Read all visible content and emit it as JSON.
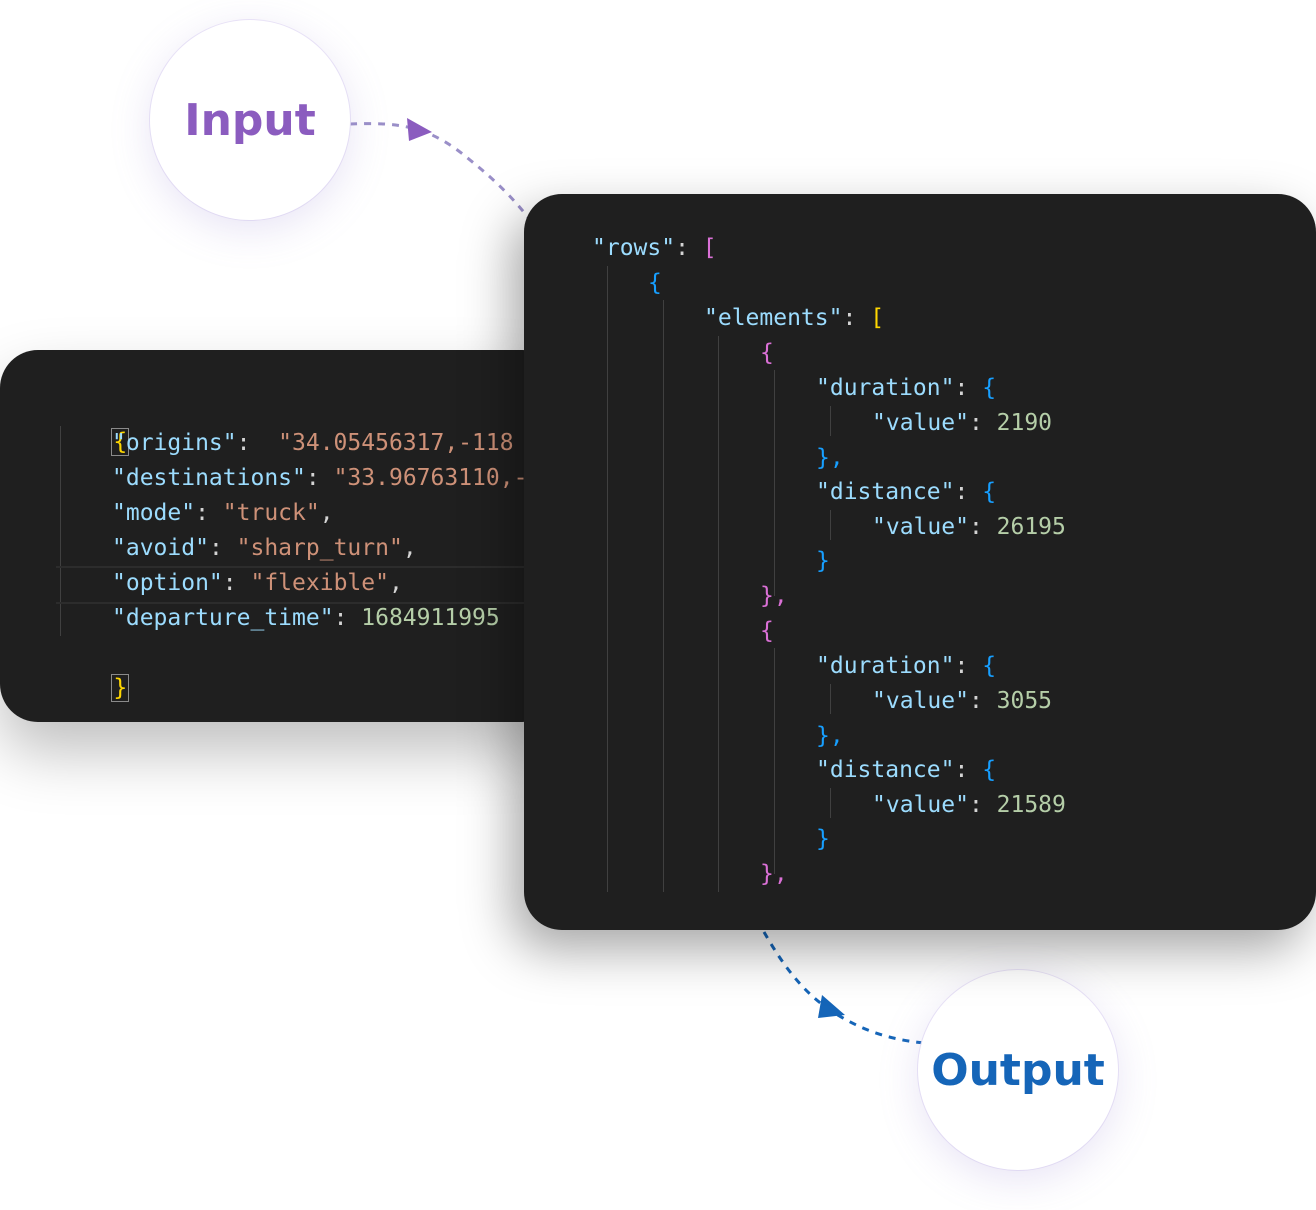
{
  "labels": {
    "input": "Input",
    "output": "Output"
  },
  "colors": {
    "input": "#8b5cbf",
    "output": "#1565b8",
    "panel_bg": "#1f1f1f"
  },
  "input_json": {
    "open_brace": "{",
    "close_brace": "}",
    "lines": [
      {
        "key": "\"origins\"",
        "sep": ":  ",
        "value": "\"34.05456317,-118",
        "tail": ""
      },
      {
        "key": "\"destinations\"",
        "sep": ": ",
        "value": "\"33.96763110,-",
        "tail": ""
      },
      {
        "key": "\"mode\"",
        "sep": ": ",
        "value": "\"truck\"",
        "tail": ","
      },
      {
        "key": "\"avoid\"",
        "sep": ": ",
        "value": "\"sharp_turn\"",
        "tail": ","
      },
      {
        "key": "\"option\"",
        "sep": ": ",
        "value": "\"flexible\"",
        "tail": ","
      },
      {
        "key": "\"departure_time\"",
        "sep": ": ",
        "value": "1684911995",
        "tail": ""
      }
    ]
  },
  "output_json": {
    "rows_key": "\"rows\"",
    "elements_key": "\"elements\"",
    "duration_key": "\"duration\"",
    "distance_key": "\"distance\"",
    "value_key": "\"value\"",
    "open_bracket": "[",
    "open_brace": "{",
    "close_brace": "}",
    "close_brace_comma": "},",
    "elements": [
      {
        "duration_value": "2190",
        "distance_value": "26195"
      },
      {
        "duration_value": "3055",
        "distance_value": "21589"
      }
    ]
  }
}
